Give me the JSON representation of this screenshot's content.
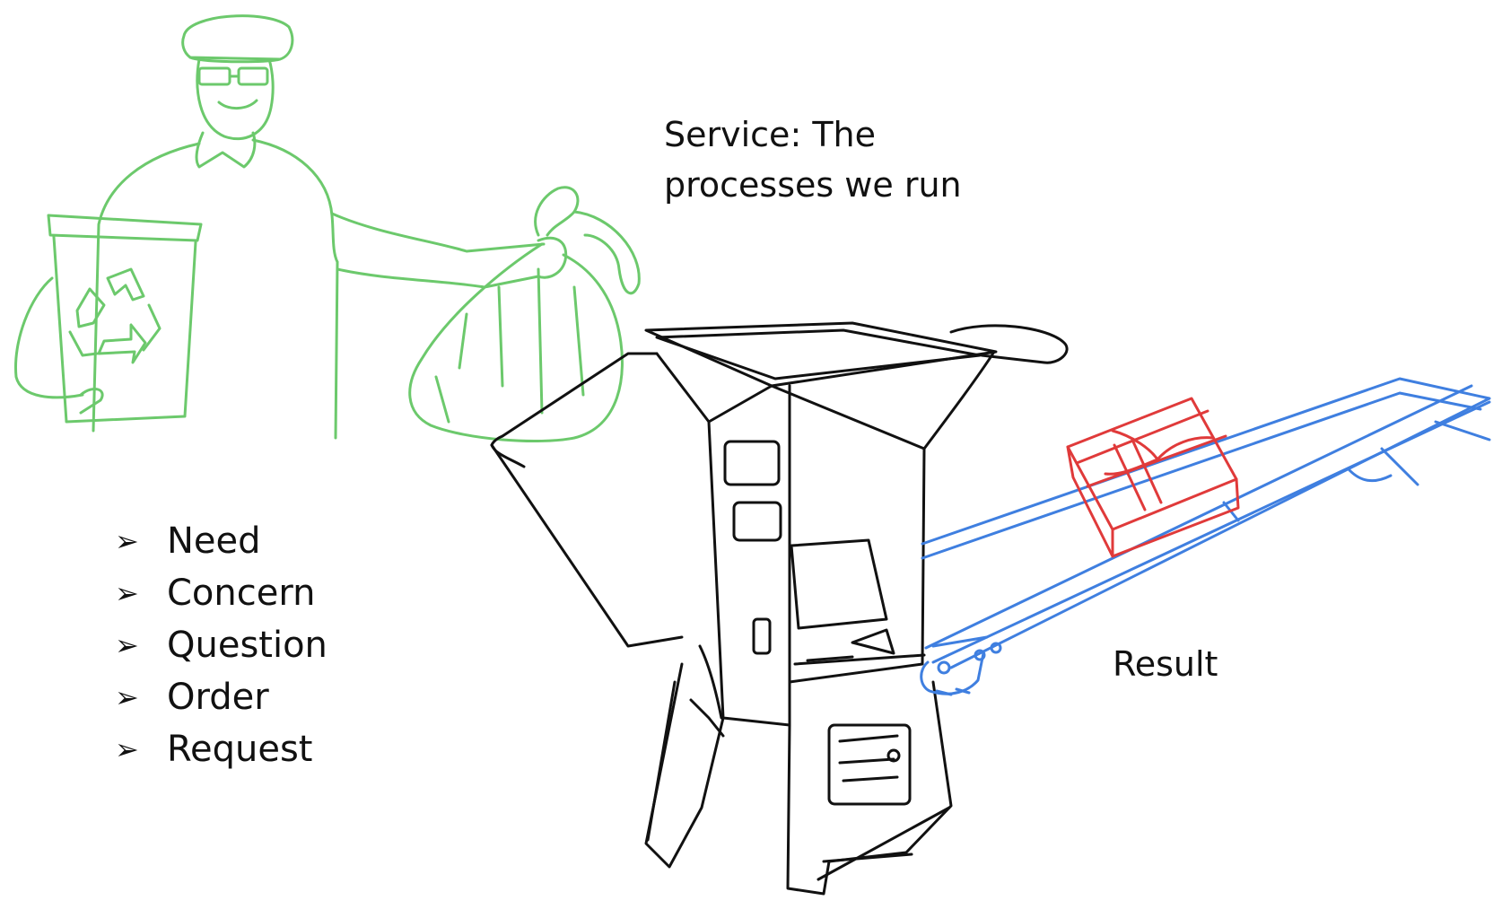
{
  "colors": {
    "person": "#6cc96c",
    "machine": "#111111",
    "conveyor": "#3f7fe0",
    "box": "#e03a3a"
  },
  "service_caption": {
    "line1": "Service: The",
    "line2": "processes we run"
  },
  "inputs": {
    "bullet_glyph": "➢",
    "items": [
      "Need",
      "Concern",
      "Question",
      "Order",
      "Request"
    ]
  },
  "result_label": "Result",
  "icons": [
    "person-with-recycling-bin-icon",
    "trash-bag-icon",
    "recycling-symbol-icon",
    "hopper-machine-icon",
    "conveyor-belt-icon",
    "gift-box-icon"
  ]
}
